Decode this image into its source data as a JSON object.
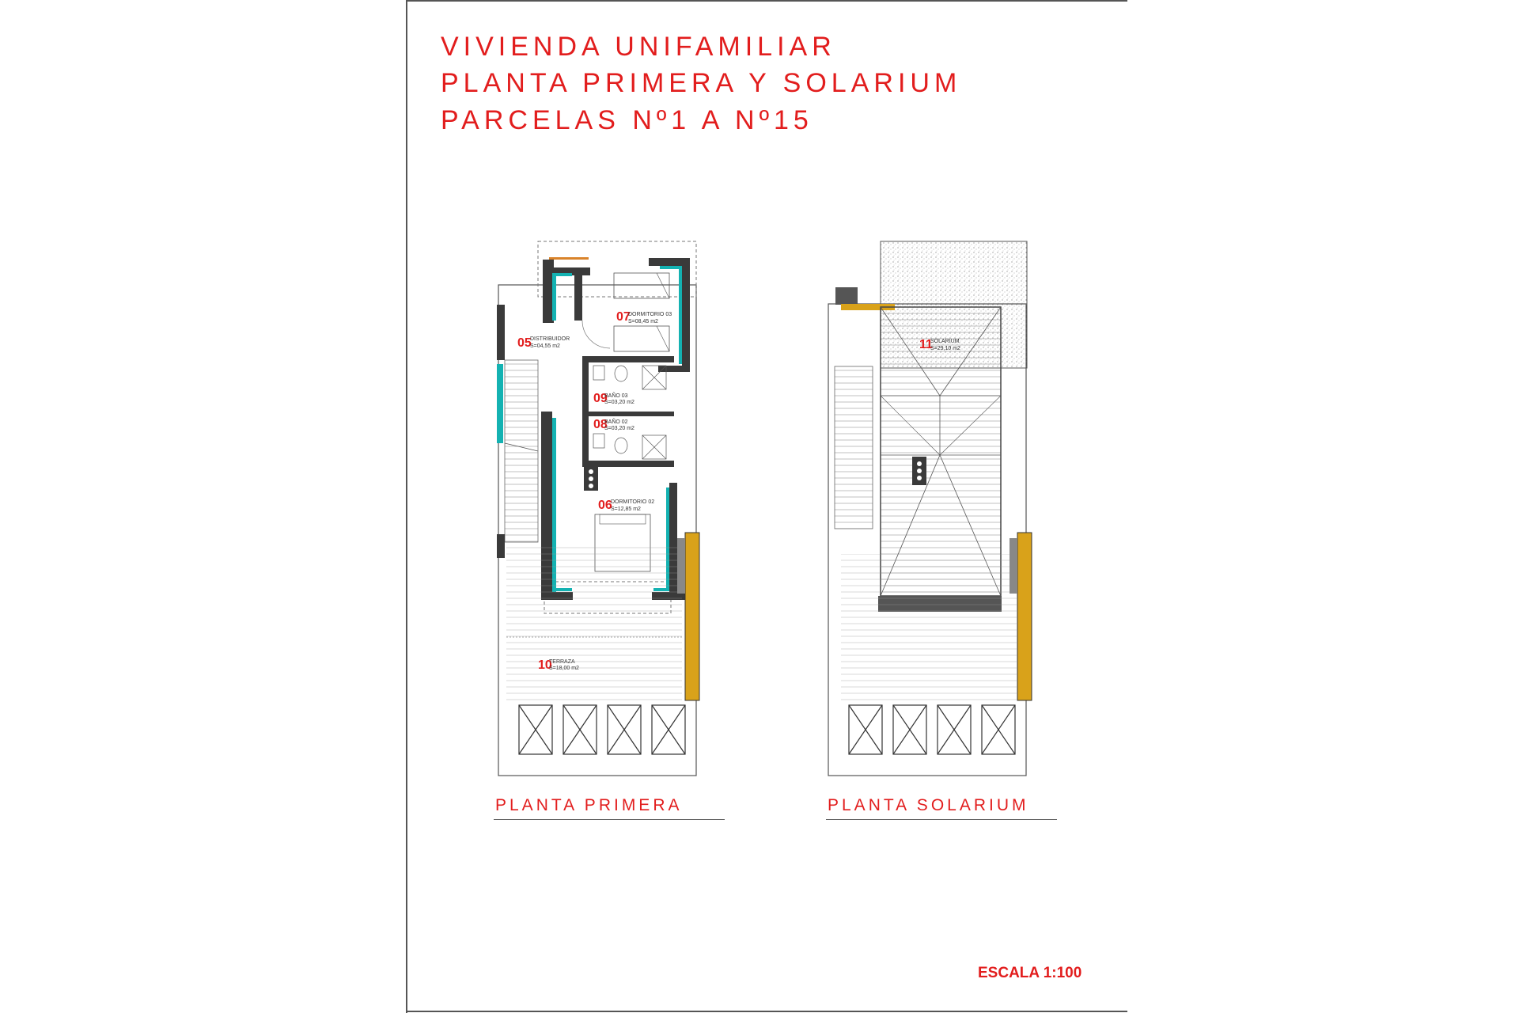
{
  "header": {
    "line1": "VIVIENDA UNIFAMILIAR",
    "line2": "PLANTA PRIMERA Y SOLARIUM",
    "line3": "PARCELAS Nº1 A Nº15"
  },
  "captions": {
    "left": "PLANTA PRIMERA",
    "right": "PLANTA SOLARIUM"
  },
  "scale_label": "ESCALA 1:100",
  "rooms": {
    "r05": {
      "num": "05",
      "name": "DISTRIBUIDOR",
      "area": "S=04,55 m2"
    },
    "r07": {
      "num": "07",
      "name": "DORMITORIO 03",
      "area": "S=08,45 m2"
    },
    "r09": {
      "num": "09",
      "name": "BAÑO 03",
      "area": "S=03,20 m2"
    },
    "r08": {
      "num": "08",
      "name": "BAÑO 02",
      "area": "S=03,20 m2"
    },
    "r06": {
      "num": "06",
      "name": "DORMITORIO 02",
      "area": "S=12,85 m2"
    },
    "r10": {
      "num": "10",
      "name": "TERRAZA",
      "area": "S=18,00 m2"
    },
    "r11": {
      "num": "11",
      "name": "SOLARIUM",
      "area": "S=29,10 m2"
    }
  },
  "colors": {
    "title_red": "#e21d1d",
    "wall_dark": "#3a3a3a",
    "insulation_teal": "#14b2b2",
    "parapet_yellow": "#d9a21a"
  }
}
